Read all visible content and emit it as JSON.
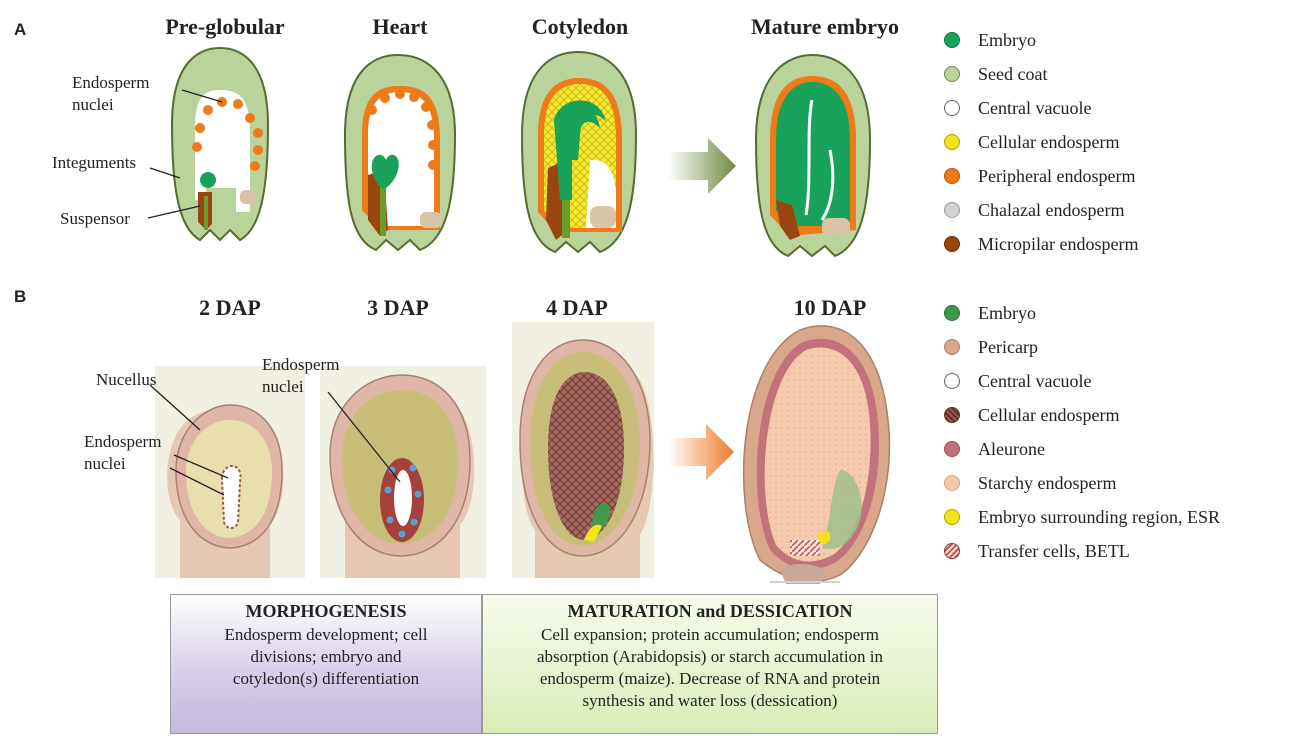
{
  "panel_a": {
    "letter": "A",
    "stages": [
      "Pre-globular",
      "Heart",
      "Cotyledon",
      "Mature embryo"
    ],
    "labels": {
      "endosperm_nuclei_1": "Endosperm",
      "endosperm_nuclei_2": "nuclei",
      "integuments": "Integuments",
      "suspensor": "Suspensor"
    },
    "legend": [
      {
        "label": "Embryo",
        "color": "#19a35a"
      },
      {
        "label": "Seed coat",
        "color": "#b9d39a"
      },
      {
        "label": "Central vacuole",
        "color": "#ffffff"
      },
      {
        "label": "Cellular endosperm",
        "color": "#f2e21a"
      },
      {
        "label": "Peripheral endosperm",
        "color": "#ef7a1a"
      },
      {
        "label": "Chalazal endosperm",
        "color": "#d2d2d2"
      },
      {
        "label": "Micropilar endosperm",
        "color": "#9a4410"
      }
    ]
  },
  "panel_b": {
    "letter": "B",
    "stages": [
      "2 DAP",
      "3 DAP",
      "4 DAP",
      "10 DAP"
    ],
    "labels": {
      "nucellus": "Nucellus",
      "endosperm_nuclei_left_1": "Endosperm",
      "endosperm_nuclei_left_2": "nuclei",
      "endosperm_nuclei_top_1": "Endosperm",
      "endosperm_nuclei_top_2": "nuclei"
    },
    "legend": [
      {
        "label": "Embryo",
        "color": "#3f9a4e"
      },
      {
        "label": "Pericarp",
        "color": "#d9a78a"
      },
      {
        "label": "Central vacuole",
        "color": "#ffffff"
      },
      {
        "label": "Cellular endosperm",
        "color": "#9b5a52"
      },
      {
        "label": "Aleurone",
        "color": "#c2727a"
      },
      {
        "label": "Starchy endosperm",
        "color": "#f6c9a6"
      },
      {
        "label": "Embryo surrounding region, ESR",
        "color": "#f4e31b"
      },
      {
        "label": "Transfer cells, BETL",
        "color": "#f3c3b8"
      }
    ]
  },
  "boxes": {
    "morphogenesis": {
      "title": "MORPHOGENESIS",
      "lines": [
        "Endosperm development; cell",
        "divisions; embryo  and",
        "cotyledon(s) differentiation"
      ]
    },
    "maturation": {
      "title": "MATURATION and DESSICATION",
      "lines": [
        "Cell expansion; protein accumulation; endosperm",
        "absorption (Arabidopsis) or starch accumulation in",
        "endosperm (maize). Decrease of RNA and protein",
        "synthesis and water loss (dessication)"
      ]
    }
  }
}
